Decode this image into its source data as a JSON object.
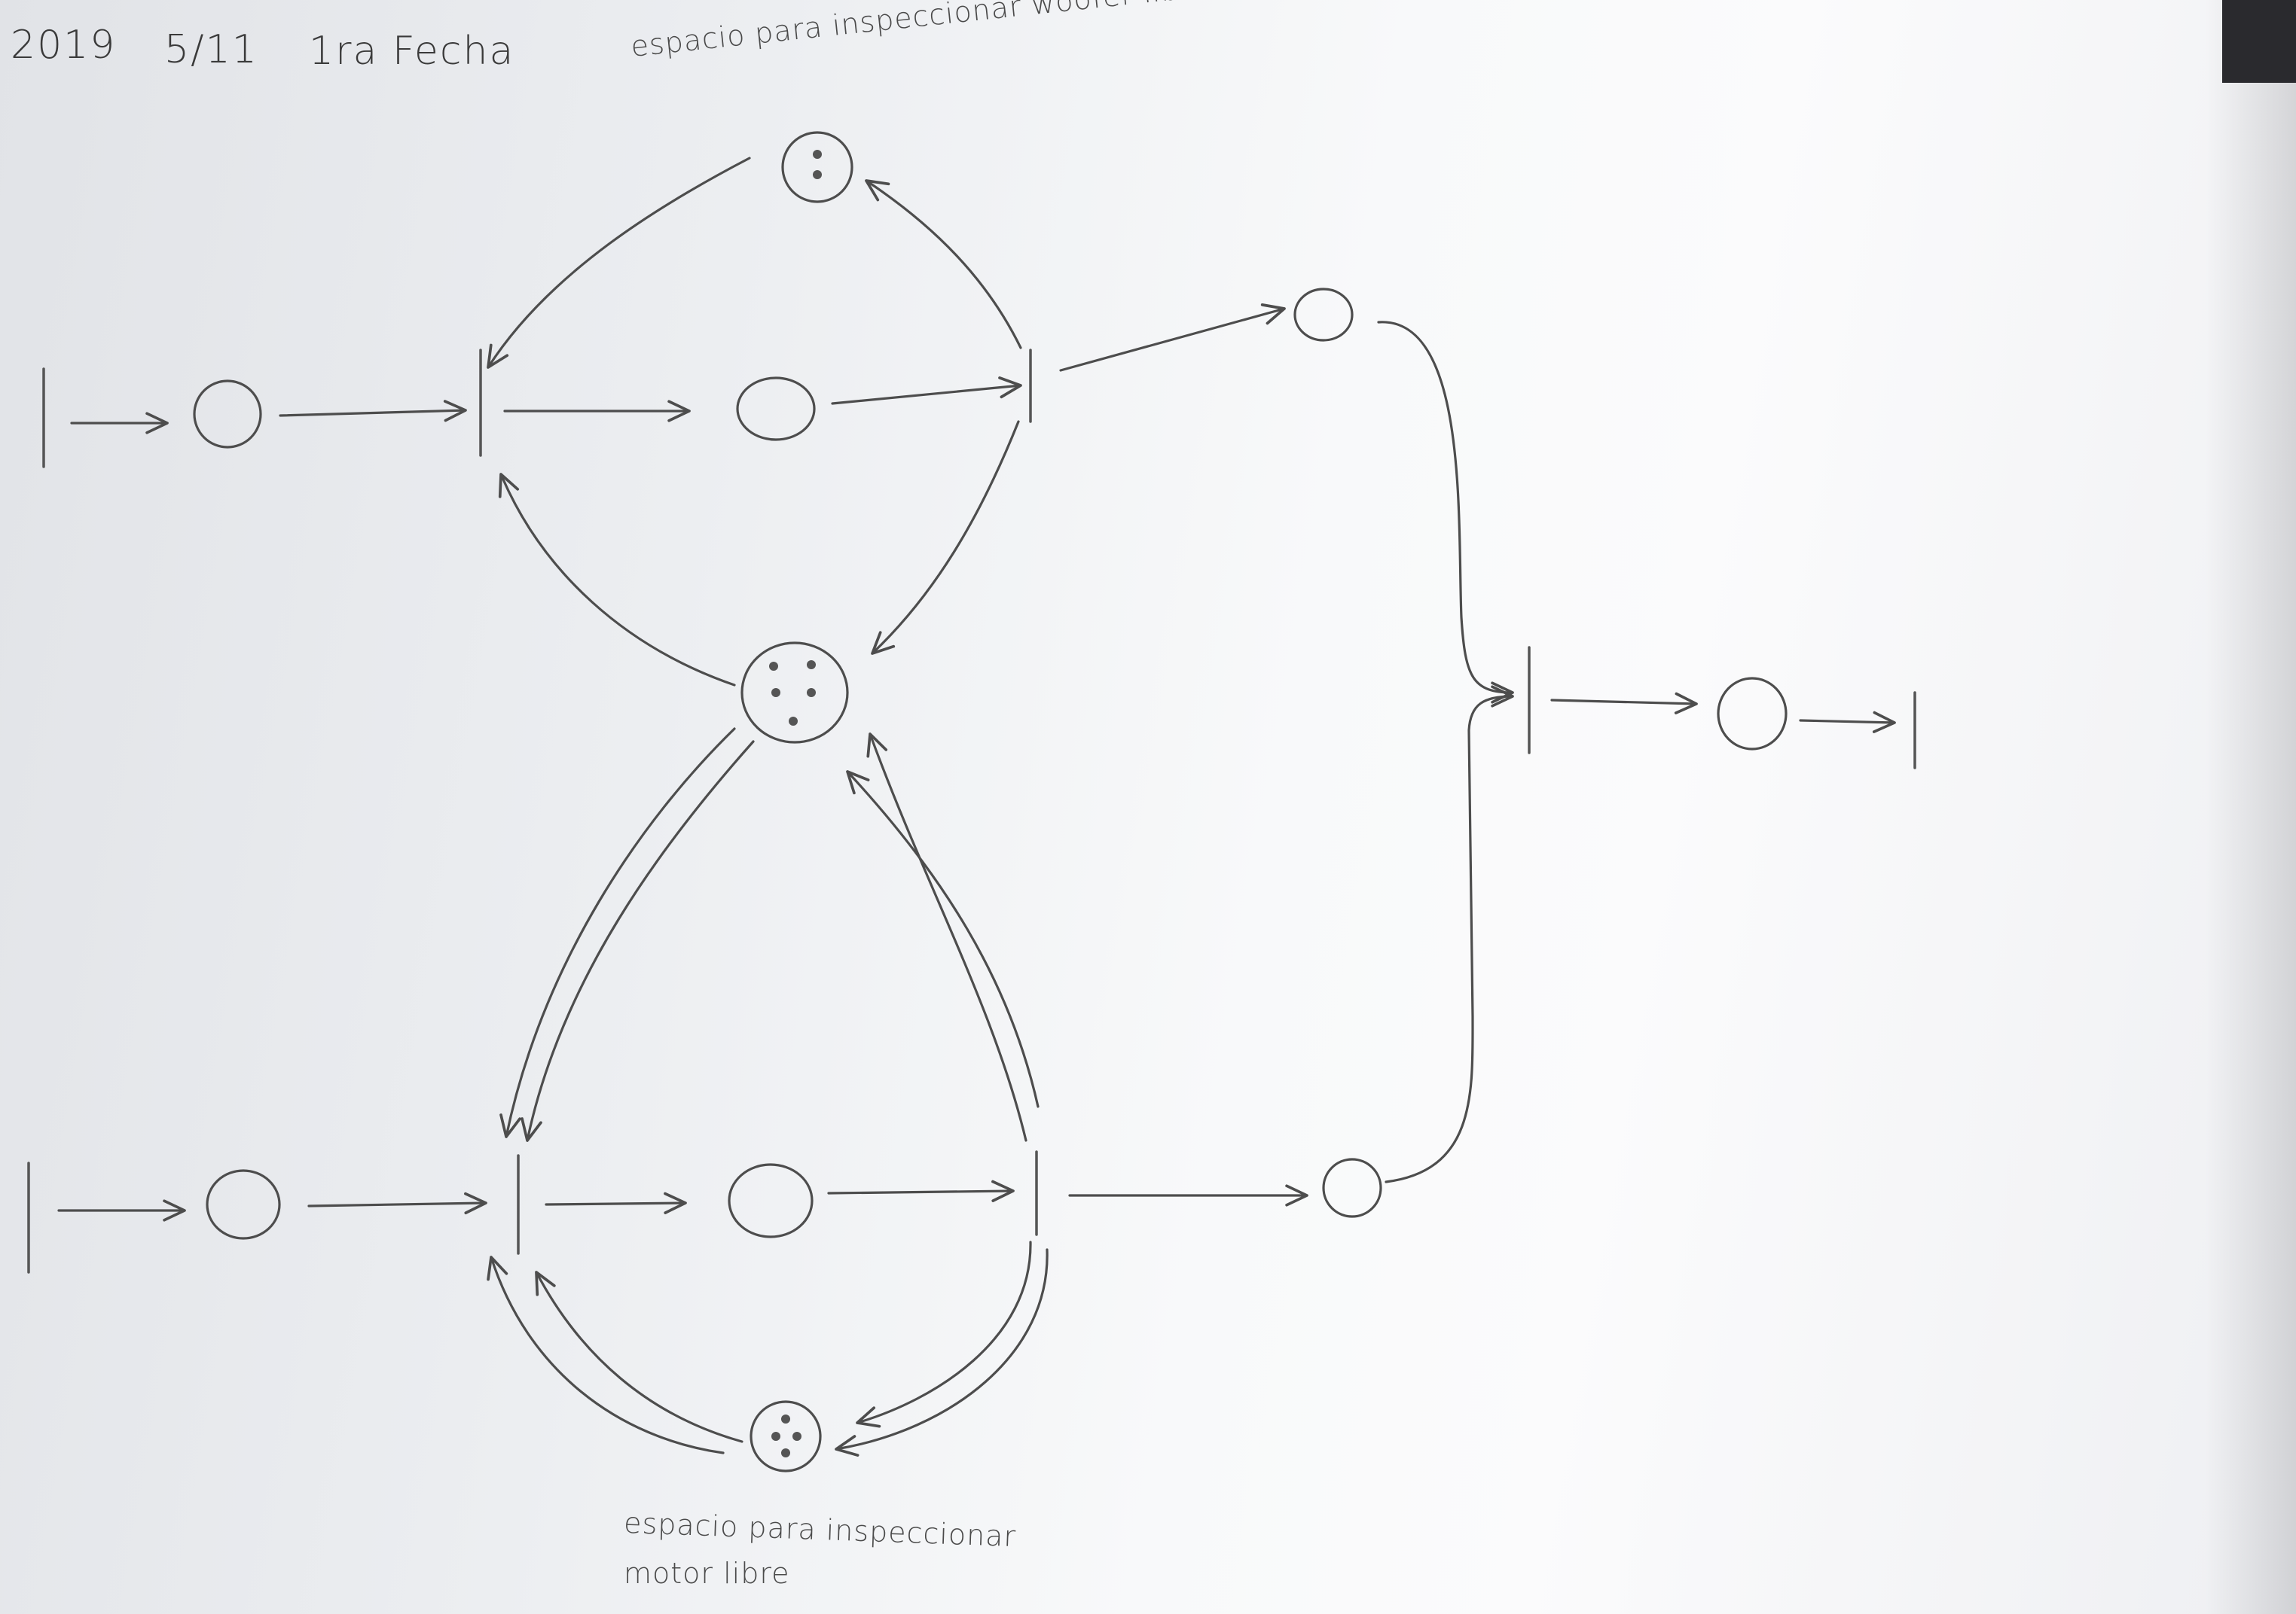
{
  "header": {
    "year": "2019",
    "date": "5/11",
    "fecha": "1ra Fecha"
  },
  "notes": {
    "top": "espacio para inspeccionar woofer libre",
    "bottom_line1": "espacio para inspeccionar",
    "bottom_line2": "motor libre"
  },
  "colors": {
    "pencil": "#4d4d4d",
    "paper": "#f4f5f7"
  },
  "petri_net": {
    "places": [
      {
        "id": "p1",
        "tokens": 0
      },
      {
        "id": "p2",
        "tokens": 0
      },
      {
        "id": "p_woofer_free",
        "tokens": 2
      },
      {
        "id": "p3",
        "tokens": 0
      },
      {
        "id": "p_shared",
        "tokens": 5
      },
      {
        "id": "p4",
        "tokens": 0
      },
      {
        "id": "p5",
        "tokens": 0
      },
      {
        "id": "p6",
        "tokens": 0
      },
      {
        "id": "p_motor_free",
        "tokens": 4
      },
      {
        "id": "p7",
        "tokens": 0
      }
    ],
    "transitions": [
      "t1",
      "t2",
      "t3",
      "t4",
      "t5",
      "t6",
      "t7",
      "t8"
    ],
    "arcs": [
      [
        "t1",
        "p1"
      ],
      [
        "p1",
        "t2"
      ],
      [
        "t2",
        "p2"
      ],
      [
        "p2",
        "t3"
      ],
      [
        "t3",
        "p3"
      ],
      [
        "t3",
        "p_woofer_free"
      ],
      [
        "p_woofer_free",
        "t2"
      ],
      [
        "t3",
        "p_shared"
      ],
      [
        "p_shared",
        "t2"
      ],
      [
        "t4",
        "p4"
      ],
      [
        "p4",
        "t5"
      ],
      [
        "t5",
        "p5"
      ],
      [
        "p5",
        "t6"
      ],
      [
        "t6",
        "p6"
      ],
      [
        "p_shared",
        "t5"
      ],
      [
        "t6",
        "p_shared"
      ],
      [
        "t6",
        "p_motor_free"
      ],
      [
        "p_motor_free",
        "t5"
      ],
      [
        "p3",
        "t7"
      ],
      [
        "p6",
        "t7"
      ],
      [
        "t7",
        "p7"
      ],
      [
        "p7",
        "t8"
      ]
    ]
  }
}
